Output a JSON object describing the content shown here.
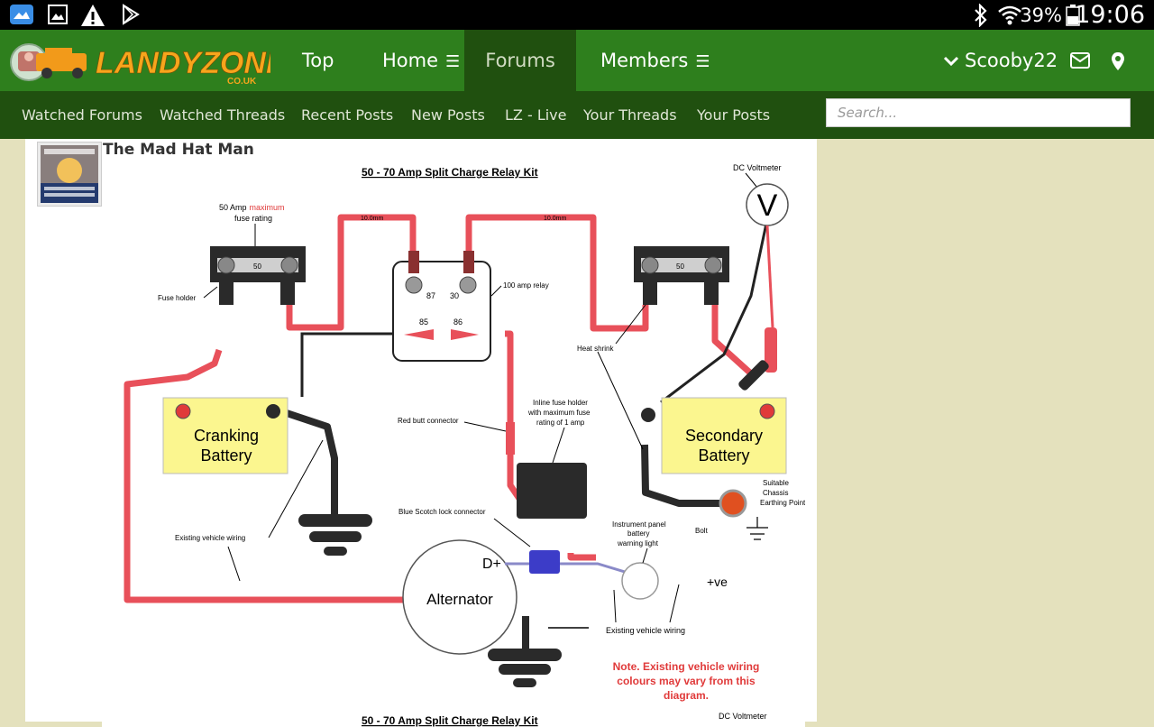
{
  "status": {
    "battery": "39%",
    "time": "19:06",
    "icons": [
      "gallery-icon",
      "image-icon",
      "warning-icon",
      "play-store-icon",
      "bluetooth-icon",
      "wifi-icon",
      "battery-icon"
    ]
  },
  "site": {
    "logo_text": "LANDYZONE",
    "logo_sub": "CO.UK",
    "colors": {
      "nav": "#2e7f1d",
      "subnav": "#20500f",
      "logo": "#f7a51c",
      "page": "#e4e1bd"
    }
  },
  "nav": {
    "items": [
      {
        "label": "Top"
      },
      {
        "label": "Home"
      },
      {
        "label": "Forums"
      },
      {
        "label": "Members"
      }
    ],
    "active": "Forums",
    "user": "Scooby22"
  },
  "subnav": {
    "items": [
      {
        "label": "Watched Forums"
      },
      {
        "label": "Watched Threads"
      },
      {
        "label": "Recent Posts"
      },
      {
        "label": "New Posts"
      },
      {
        "label": "LZ - Live"
      },
      {
        "label": "Your Threads"
      },
      {
        "label": "Your Posts"
      }
    ],
    "search_placeholder": "Search..."
  },
  "post": {
    "author": "The Mad Hat Man"
  },
  "diagram": {
    "title": "50 - 70 Amp Split Charge Relay Kit",
    "voltmeter": "DC Voltmeter",
    "voltmeter_symbol": "V",
    "fuse_rating_pre": "50 Amp",
    "fuse_rating_red": "maximum",
    "fuse_rating_post": "fuse rating",
    "fuse_holder": "Fuse holder",
    "fuse_value": "50",
    "wire_gauge": "10.0mm",
    "relay": "100 amp relay",
    "terminal_87": "87",
    "terminal_30": "30",
    "terminal_85": "85",
    "terminal_86": "86",
    "heat_shrink": "Heat shrink",
    "cranking_1": "Cranking",
    "cranking_2": "Battery",
    "secondary_1": "Secondary",
    "secondary_2": "Battery",
    "red_butt": "Red butt connector",
    "inline_fuse_1": "Inline fuse holder",
    "inline_fuse_2": "with maximum fuse",
    "inline_fuse_3": "rating of 1 amp",
    "earthing_1": "Suitable",
    "earthing_2": "Chassis",
    "earthing_3": "Earthing Point",
    "bolt": "Bolt",
    "blue_scotch": "Blue Scotch lock connector",
    "instrument_1": "Instrument panel",
    "instrument_2": "battery",
    "instrument_3": "warning  light",
    "existing_wiring": "Existing vehicle wiring",
    "d_plus": "D+",
    "plus_ve": "+ve",
    "alternator": "Alternator",
    "note_1": "Note. Existing vehicle wiring",
    "note_2": "colours may vary from this",
    "note_3": "diagram.",
    "colors": {
      "red_wire": "#e8505a",
      "battery": "#fbf68f",
      "note": "#e03a3a",
      "scotch": "#3c3cc8"
    }
  },
  "diagram_next": {
    "title": "50 - 70 Amp Split Charge Relay Kit",
    "voltmeter": "DC Voltmeter"
  }
}
